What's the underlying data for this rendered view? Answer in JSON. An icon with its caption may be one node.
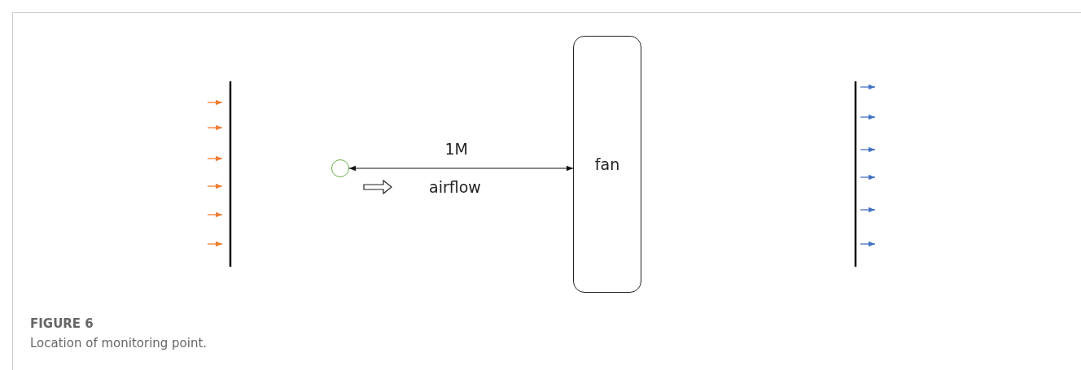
{
  "diagram": {
    "title": "FIGURE 6",
    "caption": "Location of monitoring point.",
    "nodes": [
      {
        "text": [],
        "shape": "circle"
      },
      {
        "text": [
          "fan"
        ]
      }
    ],
    "edges": [
      {
        "from": 0,
        "to": 1,
        "arrow": "both",
        "label": "1M"
      }
    ],
    "labels": [
      "airflow"
    ]
  }
}
